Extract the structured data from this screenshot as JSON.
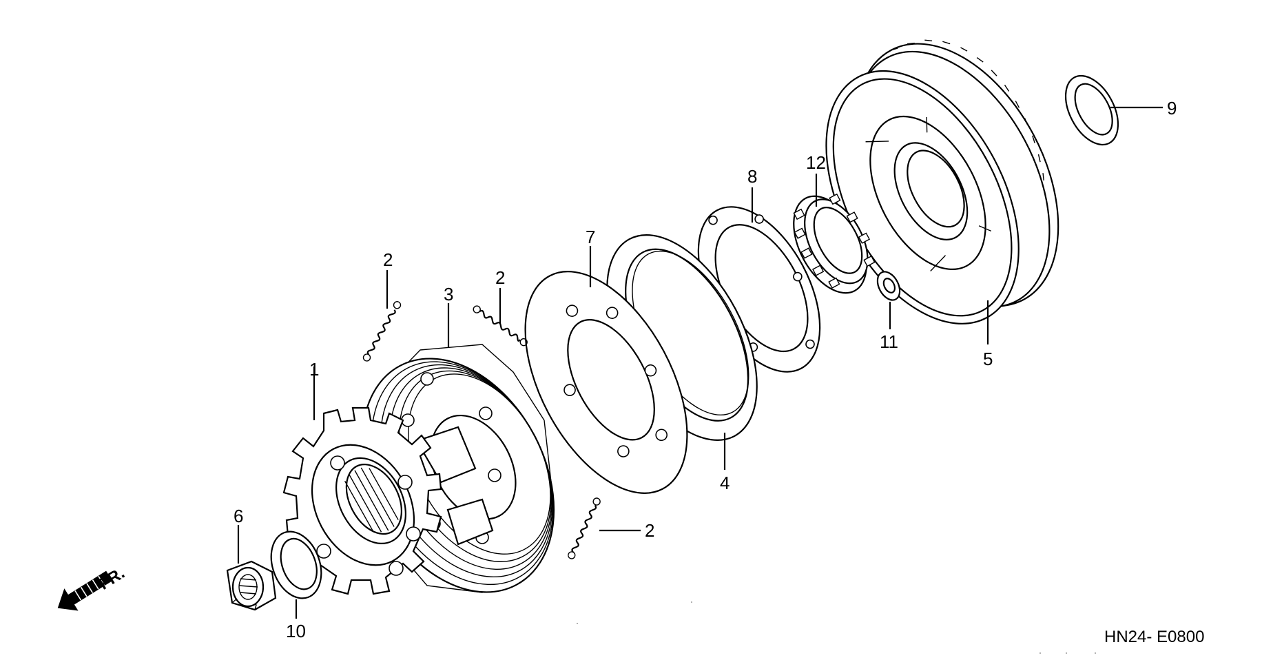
{
  "callouts": {
    "c1": "1",
    "c2a": "2",
    "c2b": "2",
    "c2c": "2",
    "c3": "3",
    "c4": "4",
    "c5": "5",
    "c6": "6",
    "c7": "7",
    "c8": "8",
    "c9": "9",
    "c10": "10",
    "c11": "11",
    "c12": "12"
  },
  "direction_label": "FR.",
  "diagram_code": "HN24- E0800"
}
